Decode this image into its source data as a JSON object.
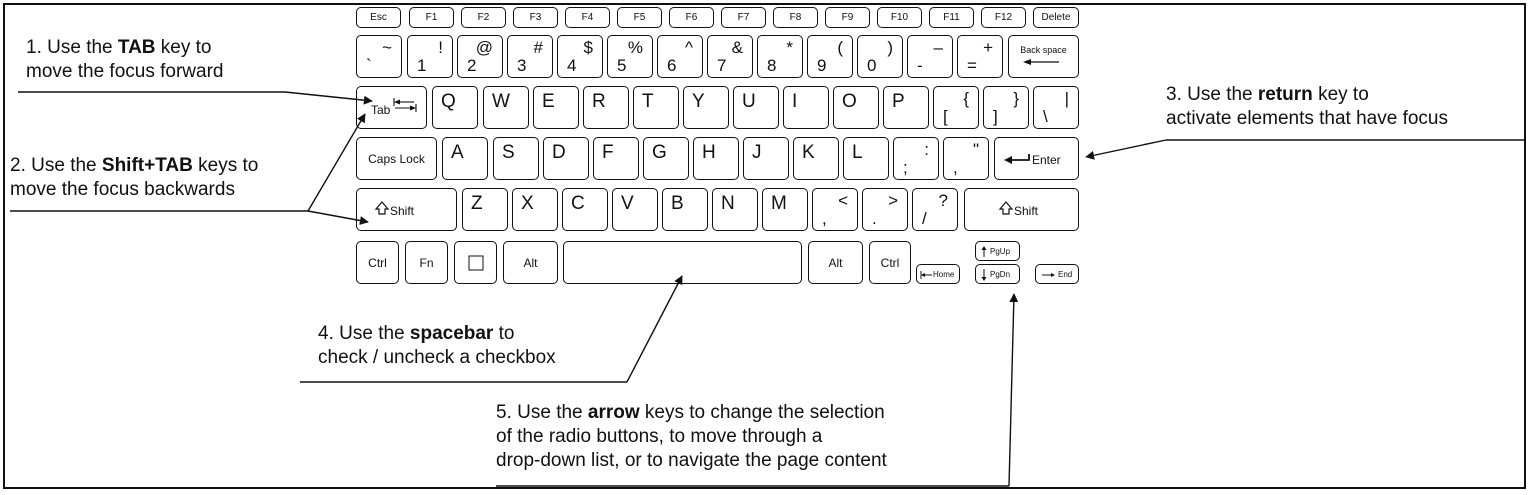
{
  "annotations": [
    {
      "line1": {
        "pre": "1. Use the ",
        "em": "TAB",
        "post": " key to"
      },
      "line2": "move the focus forward"
    },
    {
      "line1": {
        "pre": "2. Use the ",
        "em": "Shift+TAB",
        "post": " keys to"
      },
      "line2": "move the focus backwards"
    },
    {
      "line1": {
        "pre": "3. Use the ",
        "em": "return",
        "post": " key to"
      },
      "line2": "activate elements that have focus"
    },
    {
      "line1": {
        "pre": "4. Use the ",
        "em": "spacebar",
        "post": " to"
      },
      "line2": "check / uncheck a checkbox"
    },
    {
      "line1": {
        "pre": "5. Use the ",
        "em": "arrow",
        "post": " keys to change the selection"
      },
      "line2": "of the radio buttons, to move through a",
      "line3": "drop-down list, or to navigate the page content"
    }
  ],
  "keys": {
    "function_row": [
      "Esc",
      "F1",
      "F2",
      "F3",
      "F4",
      "F5",
      "F6",
      "F7",
      "F8",
      "F9",
      "F10",
      "F11",
      "F12",
      "Delete"
    ],
    "number_row": [
      {
        "top": "~",
        "bot": "`"
      },
      {
        "top": "!",
        "bot": "1"
      },
      {
        "top": "@",
        "bot": "2"
      },
      {
        "top": "#",
        "bot": "3"
      },
      {
        "top": "$",
        "bot": "4"
      },
      {
        "top": "%",
        "bot": "5"
      },
      {
        "top": "^",
        "bot": "6"
      },
      {
        "top": "&",
        "bot": "7"
      },
      {
        "top": "*",
        "bot": "8"
      },
      {
        "top": "(",
        "bot": "9"
      },
      {
        "top": ")",
        "bot": "0"
      },
      {
        "top": "–",
        "bot": "-"
      },
      {
        "top": "+",
        "bot": "="
      }
    ],
    "backspace": "Back space",
    "tab": "Tab",
    "qwerty": [
      "Q",
      "W",
      "E",
      "R",
      "T",
      "Y",
      "U",
      "I",
      "O",
      "P"
    ],
    "brackets": [
      {
        "top": "{",
        "bot": "["
      },
      {
        "top": "}",
        "bot": "]"
      },
      {
        "top": "|",
        "bot": "\\"
      }
    ],
    "caps_lock": "Caps Lock",
    "home_row": [
      "A",
      "S",
      "D",
      "F",
      "G",
      "H",
      "J",
      "K",
      "L"
    ],
    "home_punct": [
      {
        "top": ":",
        "bot": ";"
      },
      {
        "top": "\"",
        "bot": ","
      }
    ],
    "enter": "Enter",
    "shift": "Shift",
    "bottom_letters": [
      "Z",
      "X",
      "C",
      "V",
      "B",
      "N",
      "M"
    ],
    "bottom_punct": [
      {
        "top": "<",
        "bot": ","
      },
      {
        "top": ">",
        "bot": "."
      },
      {
        "top": "?",
        "bot": "/"
      }
    ],
    "ctrl": "Ctrl",
    "fn": "Fn",
    "alt": "Alt",
    "home": "Home",
    "pgup": "PgUp",
    "pgdn": "PgDn",
    "end": "End"
  },
  "icons": [
    "tab-arrows-icon",
    "backspace-arrow-icon",
    "enter-arrow-icon",
    "shift-arrow-icon",
    "windows-key-icon",
    "home-arrow-icon",
    "pgup-arrow-icon",
    "pgdn-arrow-icon",
    "end-arrow-icon"
  ]
}
